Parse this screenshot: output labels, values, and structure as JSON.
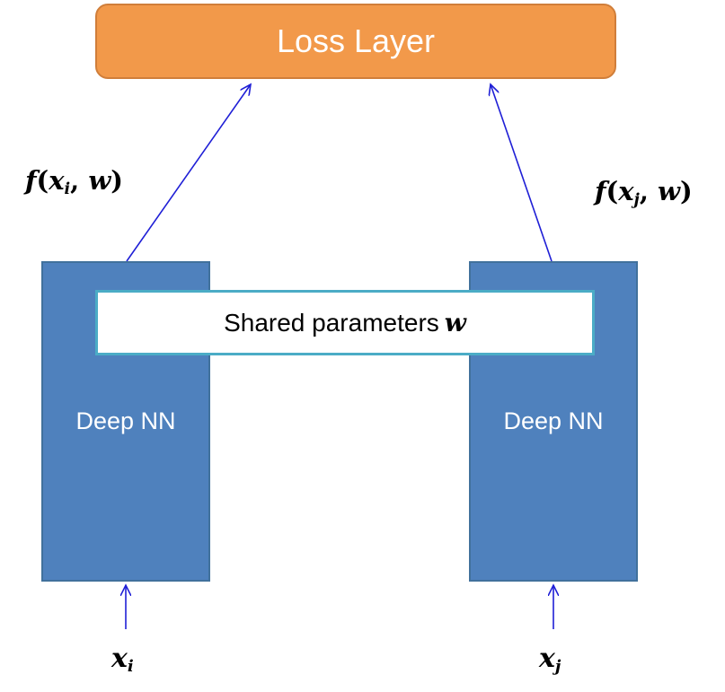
{
  "colors": {
    "loss_fill": "#f2994a",
    "nn_fill": "#4f81bd",
    "shared_border": "#4bacc6",
    "arrow": "#1f1fd6"
  },
  "loss_layer": {
    "label": "Loss Layer"
  },
  "networks": [
    {
      "label": "Deep NN",
      "output": {
        "func": "f",
        "var": "x",
        "sub": "i",
        "param": "w"
      },
      "input": {
        "var": "x",
        "sub": "i"
      }
    },
    {
      "label": "Deep NN",
      "output": {
        "func": "f",
        "var": "x",
        "sub": "j",
        "param": "w"
      },
      "input": {
        "var": "x",
        "sub": "j"
      }
    }
  ],
  "shared": {
    "label": "Shared parameters",
    "symbol": "w"
  }
}
